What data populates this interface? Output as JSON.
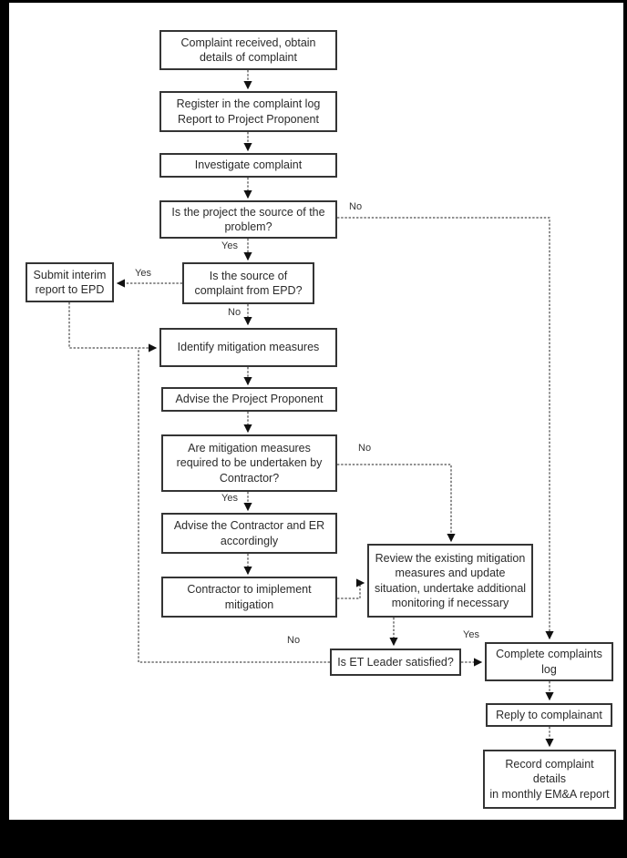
{
  "diagram": {
    "nodes": {
      "receive": "Complaint received, obtain\ndetails of complaint",
      "register": "Register in the complaint log\nReport to Project Proponent",
      "investigate": "Investigate complaint",
      "source": "Is the project the source of the\nproblem?",
      "epd": "Is the source of\ncomplaint from EPD?",
      "interim": "Submit interim\nreport to EPD",
      "identify": "Identify mitigation measures",
      "advise_pp": "Advise the Project Proponent",
      "required": "Are mitigation measures\nrequired to be undertaken by\nContractor?",
      "advise_er": "Advise the Contractor and ER\naccordingly",
      "implement": "Contractor to imiplement\nmitigation",
      "review": "Review the existing mitigation\nmeasures and update\nsituation, undertake additional\nmonitoring if necessary",
      "satisfied": "Is ET Leader satisfied?",
      "complete": "Complete complaints\nlog",
      "reply": "Reply to complainant",
      "record": "Record complaint details\nin monthly EM&A report"
    },
    "edge_labels": {
      "source_no": "No",
      "source_yes": "Yes",
      "epd_yes": "Yes",
      "epd_no": "No",
      "required_no": "No",
      "required_yes": "Yes",
      "satisfied_yes": "Yes",
      "satisfied_no": "No"
    },
    "colors": {
      "ink": "#333333",
      "paper": "#ffffff",
      "frame": "#000000"
    }
  }
}
